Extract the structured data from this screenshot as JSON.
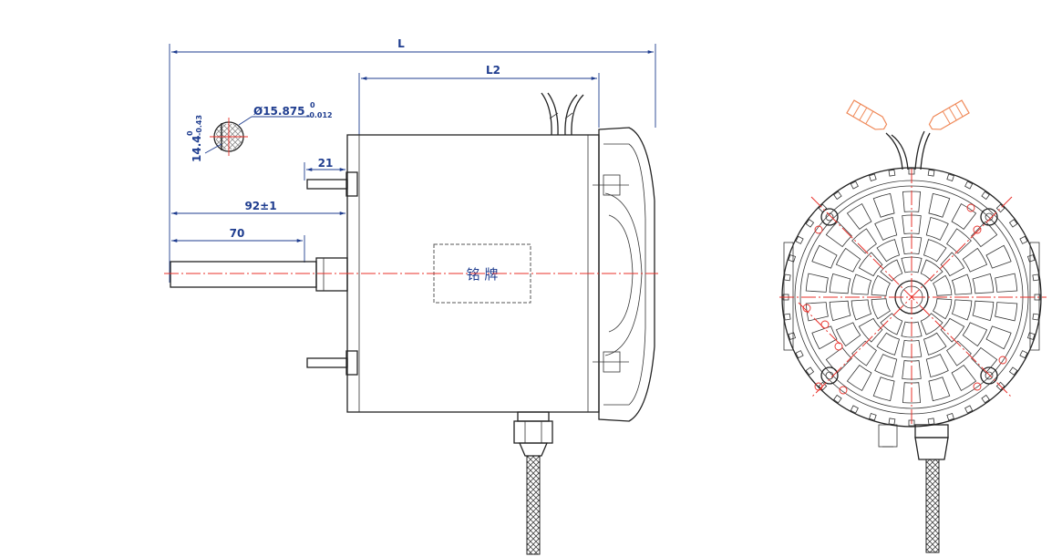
{
  "dimensions": {
    "overall_length": "L",
    "body_length": "L2",
    "shaft_diameter": "Ø15.875",
    "shaft_diameter_tol_upper": "0",
    "shaft_diameter_tol_lower": "-0.012",
    "flat_width": "14.4",
    "flat_tol_upper": "0",
    "flat_tol_lower": "-0.43",
    "stud_length": "21",
    "shaft_to_mount": "92±1",
    "shaft_length": "70"
  },
  "nameplate": {
    "label": "铭  牌"
  },
  "colors": {
    "dimension": "#1f3d8f",
    "centerline": "#e8302a",
    "outline": "#222222",
    "connector": "#f08a5a"
  }
}
